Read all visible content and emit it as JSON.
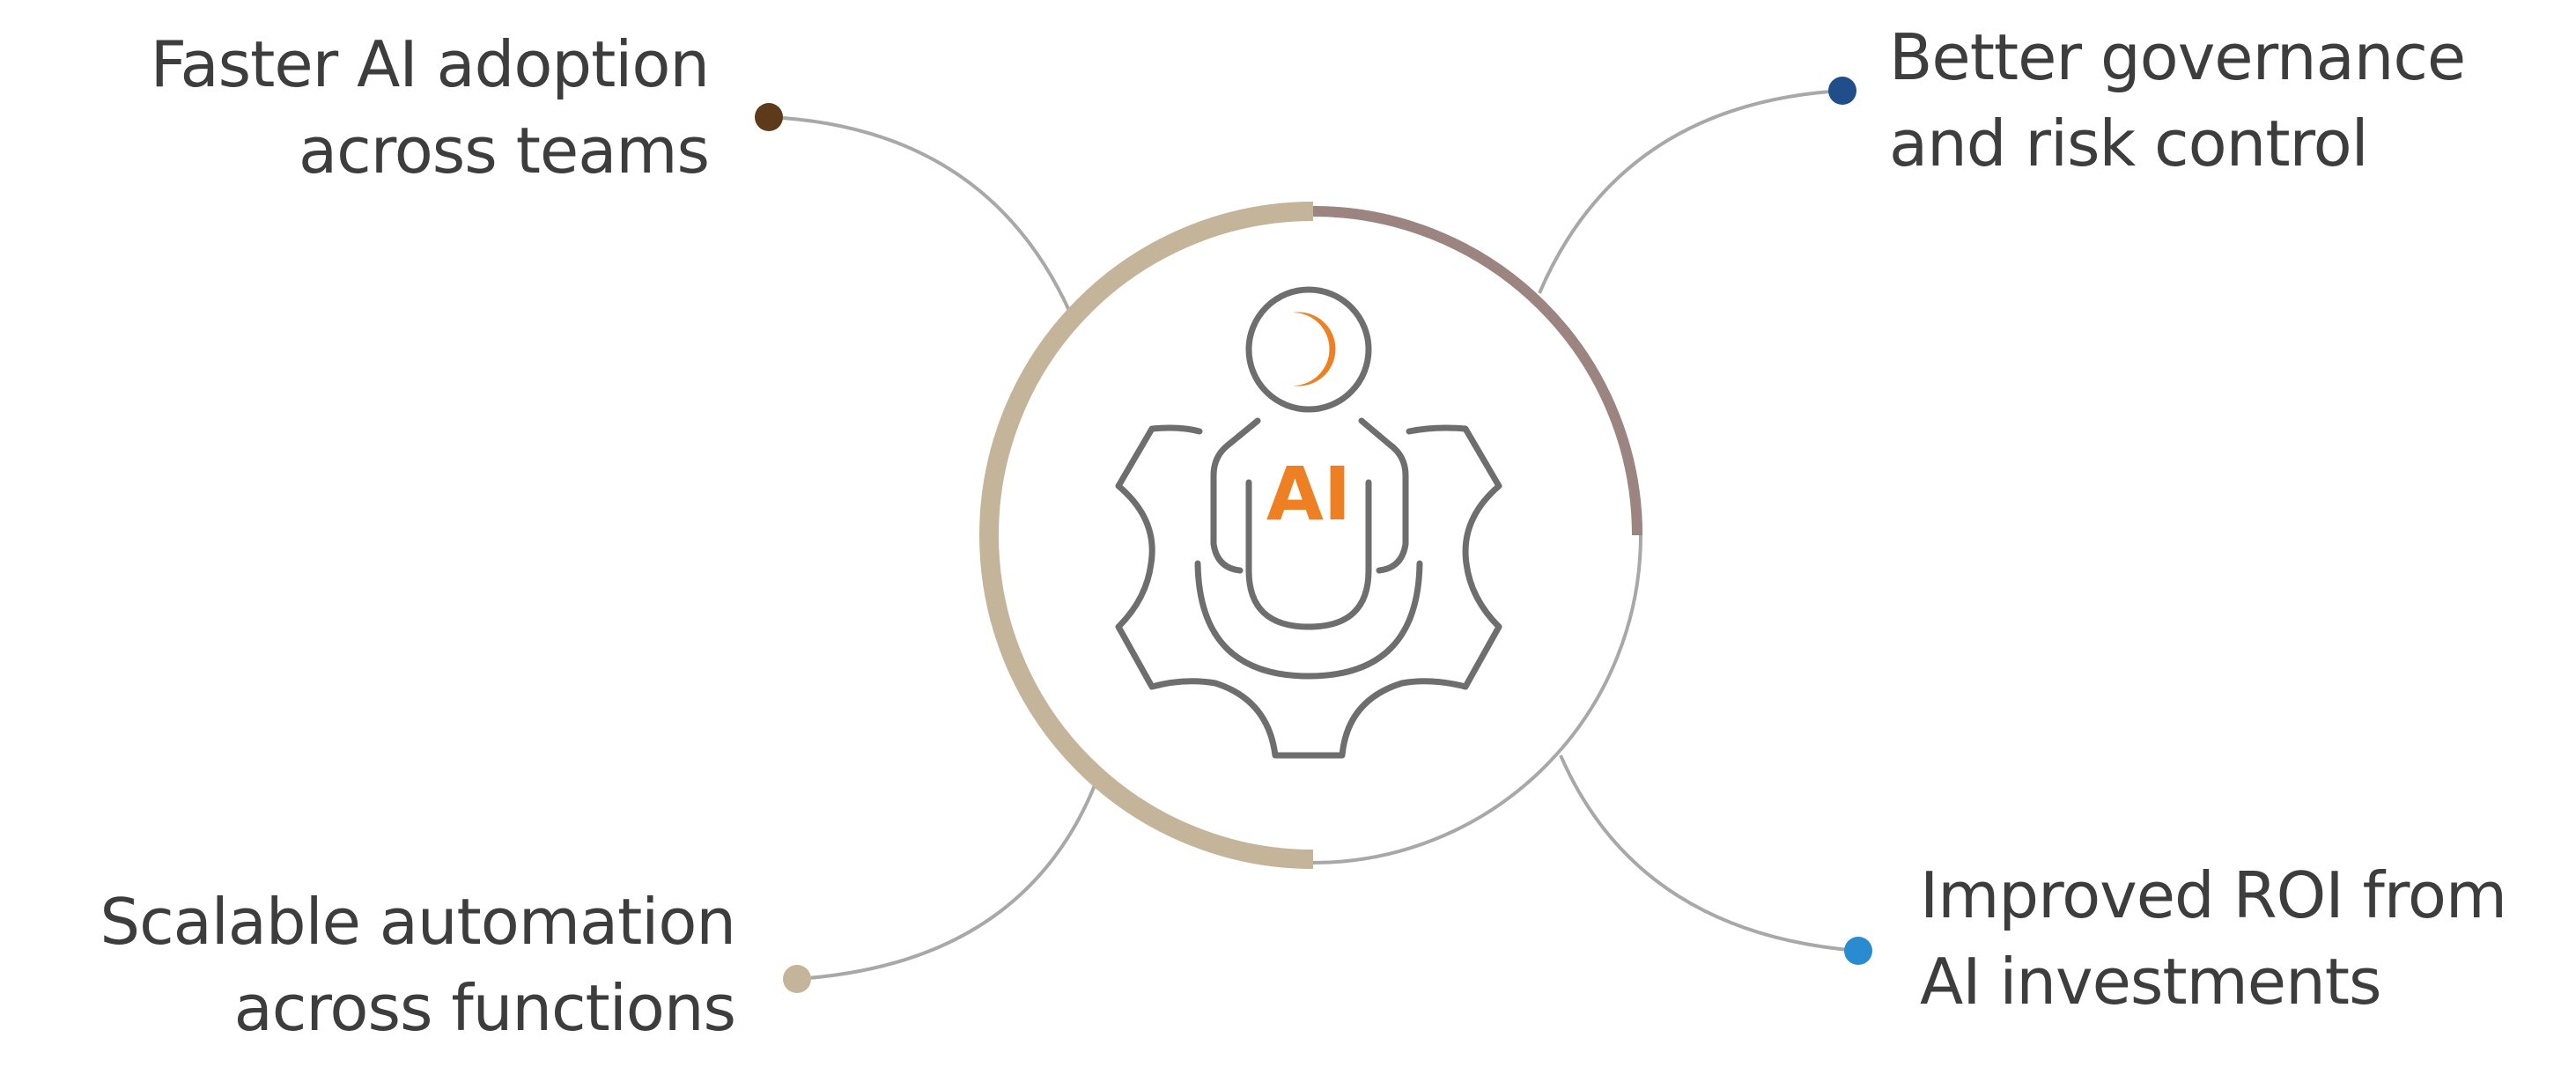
{
  "center": {
    "icon": "ai-gear-person-icon",
    "text": "AI"
  },
  "benefits": [
    {
      "id": "tl",
      "lines": [
        "Faster AI adoption",
        "across teams"
      ],
      "dot_color": "#5c3a1a"
    },
    {
      "id": "tr",
      "lines": [
        "Better governance",
        "and risk control"
      ],
      "dot_color": "#1f4e8a"
    },
    {
      "id": "bl",
      "lines": [
        "Scalable automation",
        "across functions"
      ],
      "dot_color": "#c4b59a"
    },
    {
      "id": "br",
      "lines": [
        "Improved ROI from",
        "AI investments"
      ],
      "dot_color": "#2a8bd0"
    }
  ],
  "colors": {
    "text": "#3d3d3d",
    "connector": "#a8a8a8",
    "ring_thin": "#a8a8a8",
    "ring_beige": "#c4b59a",
    "ring_mauve": "#9c8580",
    "icon_stroke": "#6e6e6e",
    "accent_orange": "#ee8023"
  }
}
